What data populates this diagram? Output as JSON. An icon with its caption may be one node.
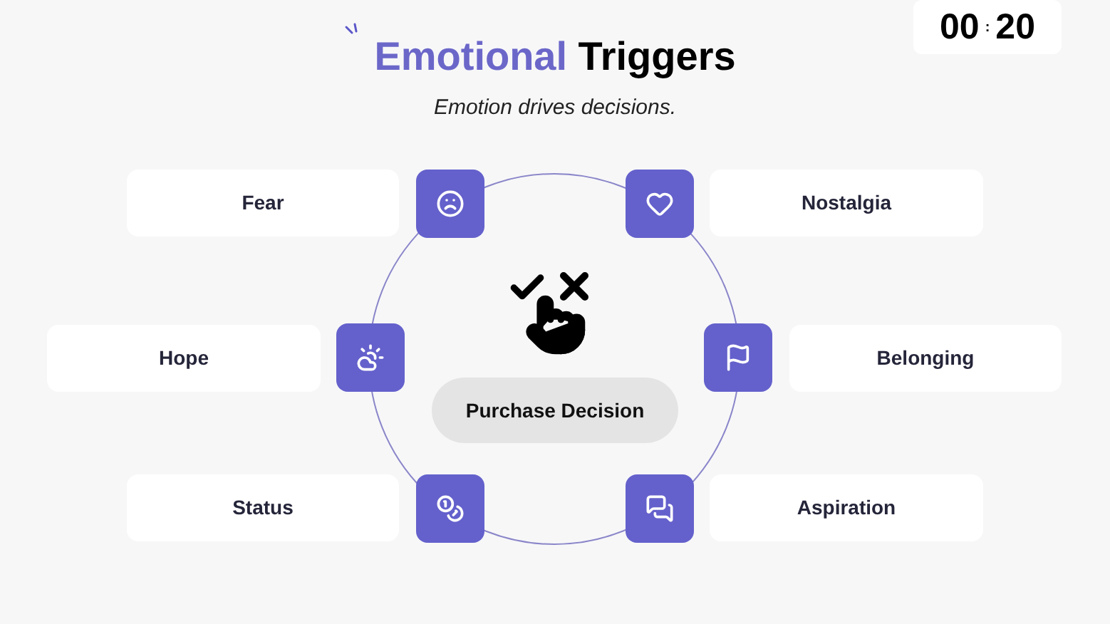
{
  "diagram": {
    "title": "Emotional Triggers",
    "caption": "Emotion drives decisions.",
    "nodes": [
      {
        "text": [
          "Fear"
        ]
      },
      {
        "text": [
          "Nostalgia"
        ]
      },
      {
        "text": [
          "Hope"
        ]
      },
      {
        "text": [
          "Purchase Decision"
        ]
      },
      {
        "text": [
          "Belonging"
        ]
      },
      {
        "text": [
          "Status"
        ]
      },
      {
        "text": [
          "Aspiration"
        ]
      }
    ],
    "labels": [
      "00",
      ":",
      "20"
    ]
  }
}
